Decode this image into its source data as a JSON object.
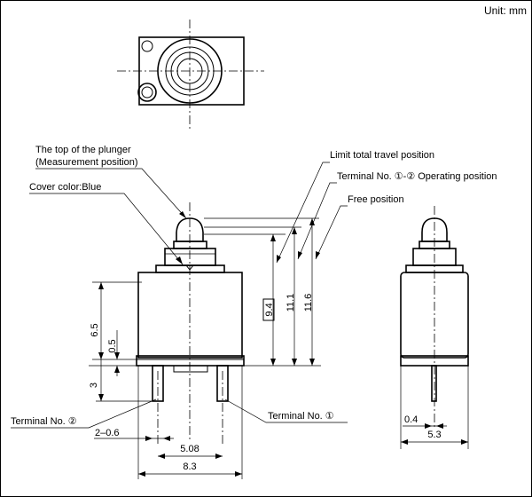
{
  "unit_label": "Unit: mm",
  "labels": {
    "plunger_top_line1": "The top of the plunger",
    "plunger_top_line2": "(Measurement position)",
    "cover_color": "Cover color:Blue",
    "limit_travel": "Limit total travel position",
    "operating_position": "Terminal No. ①-② Operating position",
    "free_position": "Free position",
    "terminal_2": "Terminal No. ②",
    "terminal_1": "Terminal No. ①"
  },
  "dimensions": {
    "d_9_4": "9.4",
    "d_11_1": "11.1",
    "d_11_6": "11.6",
    "d_6_5": "6.5",
    "d_0_5": "0.5",
    "d_3": "3",
    "d_2_0_6": "2–0.6",
    "d_5_08": "5.08",
    "d_8_3": "8.3",
    "d_0_4": "0.4",
    "d_5_3": "5.3"
  }
}
